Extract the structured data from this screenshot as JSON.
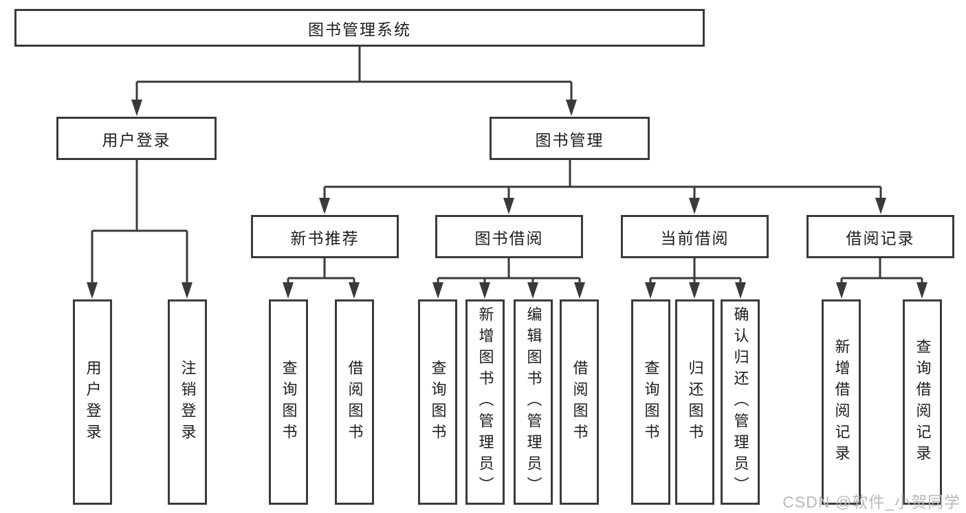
{
  "diagram": {
    "root": {
      "label": "图书管理系统"
    },
    "level2": [
      {
        "id": "user-login",
        "label": "用户登录"
      },
      {
        "id": "book-management",
        "label": "图书管理"
      }
    ],
    "level3": [
      {
        "id": "new-book-recommend",
        "label": "新书推荐"
      },
      {
        "id": "book-borrow",
        "label": "图书借阅"
      },
      {
        "id": "current-borrow",
        "label": "当前借阅"
      },
      {
        "id": "borrow-record",
        "label": "借阅记录"
      }
    ],
    "leaves": {
      "user_login": [
        "用户登录",
        "注销登录"
      ],
      "new_book_recommend": [
        "查询图书",
        "借阅图书"
      ],
      "book_borrow": [
        "查询图书",
        "新增图书（管理员）",
        "编辑图书（管理员）",
        "借阅图书"
      ],
      "current_borrow": [
        "查询图书",
        "归还图书",
        "确认归还（管理员）"
      ],
      "borrow_record": [
        "新增借阅记录",
        "查询借阅记录"
      ]
    }
  },
  "watermark": {
    "text": "CSDN @软件_小贺同学"
  },
  "colors": {
    "line": "#3a3a3a",
    "text": "#1d1d1d",
    "watermark": "#b8b8b8",
    "background": "#ffffff"
  }
}
